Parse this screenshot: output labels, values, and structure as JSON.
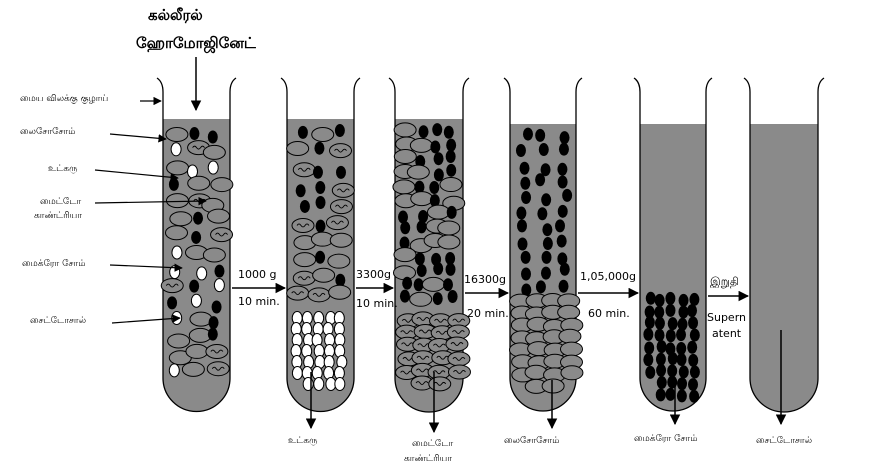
{
  "title": {
    "line1": "கல்லீரல்",
    "line2": "ஹோமோஜினேட்"
  },
  "left_labels": [
    "மைய விலக்கு குழாய்",
    "லைசோசோம்",
    "உட்கரு",
    "மைட்டோ",
    "காண்ட்ரியா",
    "மைக்ரோ சோம்",
    "சைட்டோசால்"
  ],
  "steps": [
    {
      "force": "1000 g",
      "time": "10 min."
    },
    {
      "force": "3300g",
      "time": "10 min."
    },
    {
      "force": "16300g",
      "time": "20 min."
    },
    {
      "force": "1,05,000g",
      "time": "60 min."
    },
    {
      "force": "இறுதி",
      "time": "Supern",
      "time2": "atent"
    }
  ],
  "bottom_labels": [
    "உட்கரு",
    "மைட்டோ",
    "காண்ட்ரியா",
    "லைசோசோம்",
    "மைக்ரோ சோம்",
    "சைட்டோசால்"
  ],
  "colors": {
    "fluid": "#8a8a8a",
    "particle": "#000000",
    "nucleus": "#ffffff"
  }
}
